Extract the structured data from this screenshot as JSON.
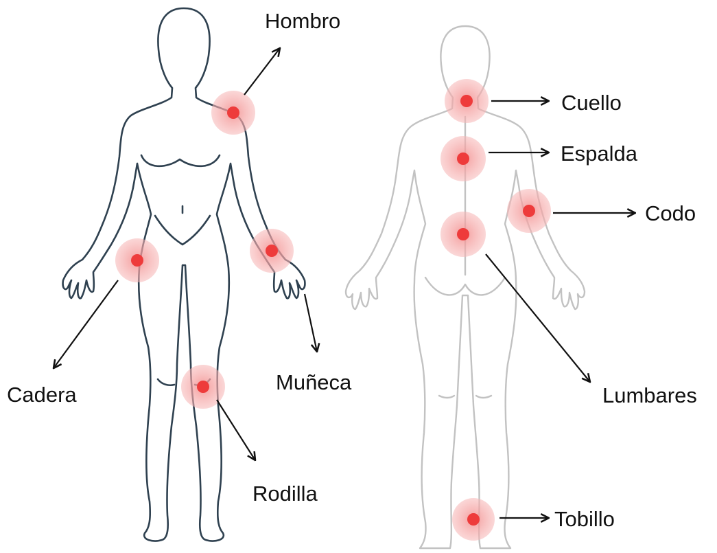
{
  "colors": {
    "front_outline": "#2f4150",
    "back_outline": "#c2c2c2",
    "pain_halo": "#f3a3a3",
    "pain_core": "#ee3b3b",
    "arrow": "#111111"
  },
  "front_view": {
    "labels": {
      "hombro": "Hombro",
      "cadera": "Cadera",
      "muneca": "Muñeca",
      "rodilla": "Rodilla"
    }
  },
  "back_view": {
    "labels": {
      "cuello": "Cuello",
      "espalda": "Espalda",
      "codo": "Codo",
      "lumbares": "Lumbares",
      "tobillo": "Tobillo"
    }
  },
  "icons": {
    "pain_marker": "pain-point-icon",
    "arrow": "arrow-icon"
  }
}
